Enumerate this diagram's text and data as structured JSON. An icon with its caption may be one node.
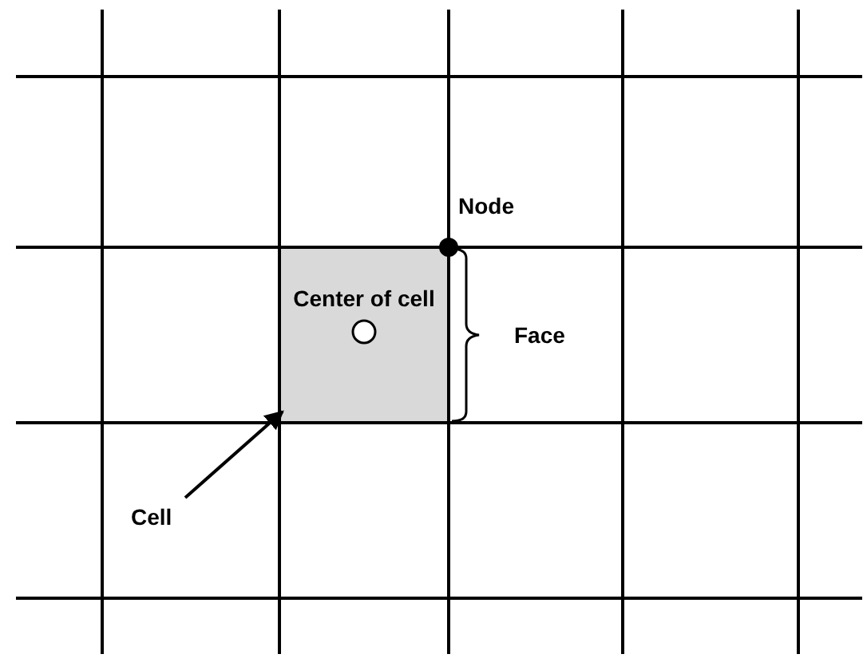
{
  "diagram": {
    "nodes": [
      {
        "text": [
          "Center of cell"
        ]
      },
      {
        "text": [
          "Cell"
        ]
      }
    ],
    "edges": [
      {
        "from": 1,
        "to": 0,
        "arrow": "to"
      }
    ],
    "labels": [
      "Node",
      "Face"
    ]
  }
}
